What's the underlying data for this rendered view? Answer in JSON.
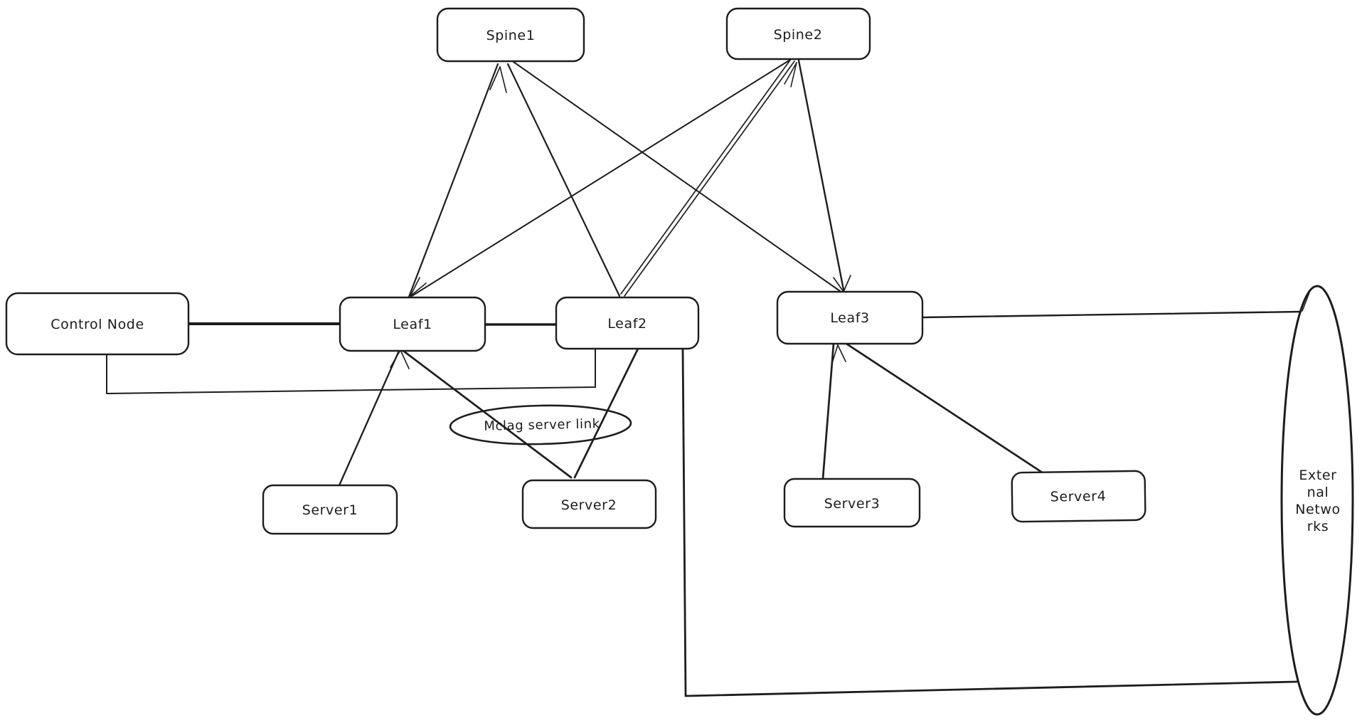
{
  "canvas": {
    "background": "#ffffff",
    "ink": "#1d1d1d",
    "style": "hand-drawn network diagram"
  },
  "nodes": {
    "spine1": {
      "label": "Spine1",
      "shape": "rounded-box"
    },
    "spine2": {
      "label": "Spine2",
      "shape": "rounded-box"
    },
    "control_node": {
      "label": "Control Node",
      "shape": "rounded-box"
    },
    "leaf1": {
      "label": "Leaf1",
      "shape": "rounded-box"
    },
    "leaf2": {
      "label": "Leaf2",
      "shape": "rounded-box"
    },
    "leaf3": {
      "label": "Leaf3",
      "shape": "rounded-box"
    },
    "server1": {
      "label": "Server1",
      "shape": "rounded-box"
    },
    "server2": {
      "label": "Server2",
      "shape": "rounded-box"
    },
    "server3": {
      "label": "Server3",
      "shape": "rounded-box"
    },
    "server4": {
      "label": "Server4",
      "shape": "rounded-box"
    },
    "mclag_link": {
      "label": "Mclag server link",
      "shape": "ellipse"
    },
    "external_networks": {
      "label": "External Networks",
      "shape": "tall-ellipse",
      "display_lines": [
        "Exter",
        "nal",
        "Netwo",
        "rks"
      ]
    }
  },
  "edges": [
    {
      "from": "Spine1",
      "to": "Leaf1"
    },
    {
      "from": "Spine1",
      "to": "Leaf2"
    },
    {
      "from": "Spine1",
      "to": "Leaf3"
    },
    {
      "from": "Spine2",
      "to": "Leaf1"
    },
    {
      "from": "Spine2",
      "to": "Leaf2"
    },
    {
      "from": "Spine2",
      "to": "Leaf3"
    },
    {
      "from": "Control Node",
      "to": "Leaf1"
    },
    {
      "from": "Control Node",
      "to": "Leaf2",
      "routing": "elbow-below"
    },
    {
      "from": "Leaf1",
      "to": "Leaf2"
    },
    {
      "from": "Leaf1",
      "to": "Server1"
    },
    {
      "from": "Leaf1",
      "to": "Server2",
      "via": "Mclag server link"
    },
    {
      "from": "Leaf2",
      "to": "Server2",
      "via": "Mclag server link"
    },
    {
      "from": "Leaf3",
      "to": "Server3"
    },
    {
      "from": "Leaf3",
      "to": "Server4"
    },
    {
      "from": "Leaf3",
      "to": "External Networks"
    },
    {
      "from": "Leaf2",
      "to": "External Networks",
      "routing": "elbow-bottom"
    }
  ]
}
